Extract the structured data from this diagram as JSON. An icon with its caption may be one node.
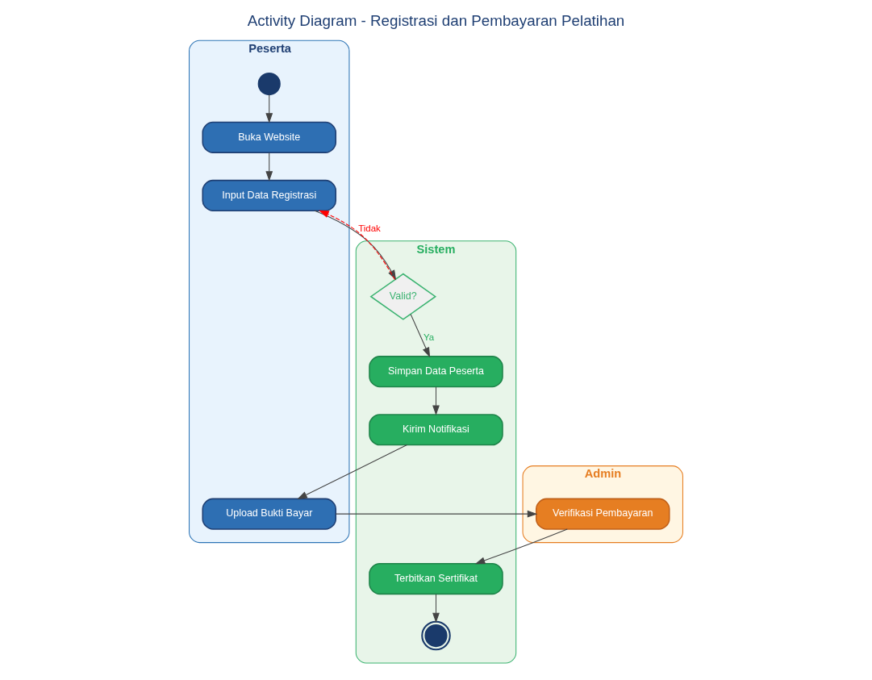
{
  "diagram": {
    "title": "Activity Diagram - Registrasi dan Pembayaran Pelatihan",
    "nodes": [
      {
        "text": [
          "Peserta"
        ]
      },
      {
        "text": [
          "Sistem"
        ]
      },
      {
        "text": [
          "Admin"
        ]
      },
      {
        "text": [],
        "shape": "circle",
        "in": 0
      },
      {
        "text": [
          "Buka Website"
        ],
        "in": 0
      },
      {
        "text": [
          "Input Data Registrasi"
        ],
        "in": 0
      },
      {
        "text": [
          "Valid?"
        ],
        "in": 1
      },
      {
        "text": [
          "Simpan Data Peserta"
        ],
        "in": 1
      },
      {
        "text": [
          "Kirim Notifikasi"
        ],
        "in": 1
      },
      {
        "text": [
          "Upload Bukti Bayar"
        ],
        "in": 0
      },
      {
        "text": [
          "Verifikasi Pembayaran"
        ],
        "in": 2
      },
      {
        "text": [
          "Terbitkan Sertifikat"
        ],
        "in": 1
      },
      {
        "text": [],
        "shape": "circle",
        "in": 1
      }
    ],
    "edges": [
      {
        "from": 3,
        "to": 4,
        "arrow": "to"
      },
      {
        "from": 4,
        "to": 5,
        "arrow": "to"
      },
      {
        "from": 5,
        "to": 6,
        "arrow": "to"
      },
      {
        "from": 6,
        "to": 7,
        "arrow": "to",
        "label": "Ya"
      },
      {
        "from": 6,
        "to": 5,
        "arrow": "to",
        "label": "Tidak",
        "style": "dashed",
        "color": "#ff0000"
      },
      {
        "from": 7,
        "to": 8,
        "arrow": "to"
      },
      {
        "from": 8,
        "to": 9,
        "arrow": "to"
      },
      {
        "from": 9,
        "to": 10,
        "arrow": "to"
      },
      {
        "from": 10,
        "to": 11,
        "arrow": "to"
      },
      {
        "from": 11,
        "to": 12,
        "arrow": "to"
      }
    ]
  }
}
